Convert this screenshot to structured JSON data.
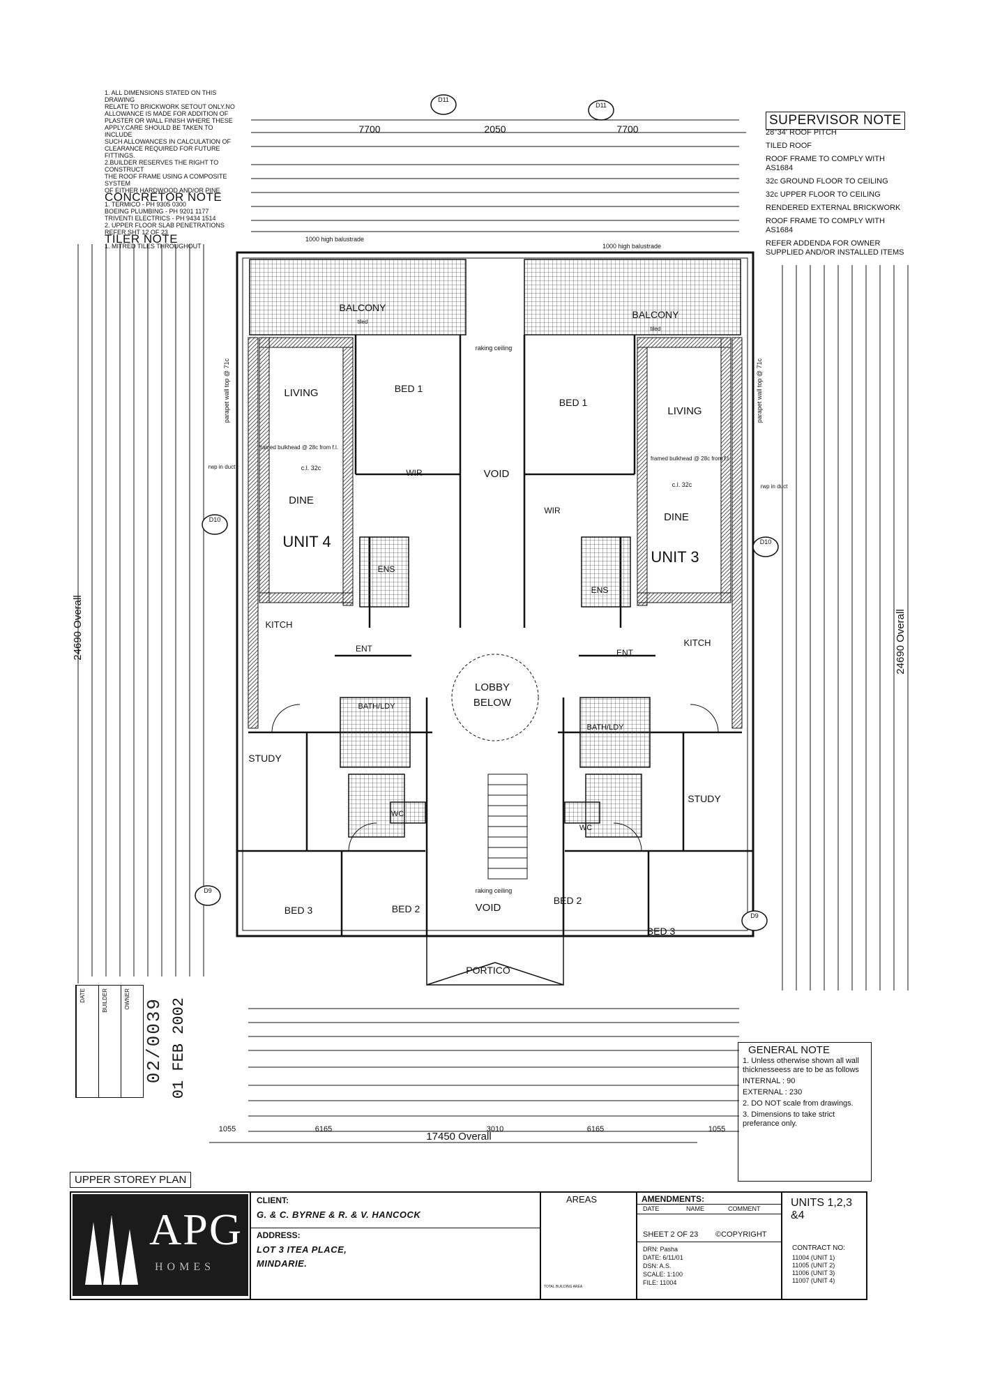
{
  "notes": {
    "dims_note": [
      "1. ALL DIMENSIONS STATED ON THIS DRAWING",
      "RELATE TO BRICKWORK SETOUT ONLY.NO",
      "ALLOWANCE IS MADE FOR ADDITION OF",
      "PLASTER OR WALL FINISH WHERE THESE",
      "APPLY.CARE SHOULD BE TAKEN TO INCLUDE",
      "SUCH ALLOWANCES IN CALCULATION OF",
      "CLEARANCE REQUIRED FOR FUTURE FITTINGS.",
      "2.BUILDER RESERVES THE RIGHT TO CONSTRUCT",
      "THE ROOF FRAME USING A COMPOSITE SYSTEM",
      "OF EITHER HARDWOOD AND/OR PINE"
    ],
    "concretor_title": "CONCRETOR NOTE",
    "concretor": [
      "1. TERMICO - PH 9305 0300",
      "BOEING PLUMBING - PH 9201 1177",
      "TRIVENTI ELECTRICS - PH 9434 1514",
      "2. UPPER FLOOR SLAB PENETRATIONS",
      "REFER SHT 12 OF 23"
    ],
    "tiler_title": "TILER NOTE",
    "tiler": [
      "1. MITRED TILES THROUGHOUT"
    ]
  },
  "supervisor": {
    "title": "SUPERVISOR NOTE",
    "items": [
      "28°34' ROOF PITCH",
      "TILED ROOF",
      "ROOF FRAME TO COMPLY WITH AS1684",
      "32c GROUND FLOOR TO CEILING",
      "32c UPPER FLOOR TO CEILING",
      "RENDERED EXTERNAL BRICKWORK",
      "ROOF FRAME TO COMPLY WITH AS1684",
      "REFER ADDENDA FOR OWNER SUPPLIED AND/OR INSTALLED ITEMS"
    ]
  },
  "general": {
    "title": "GENERAL NOTE",
    "items": [
      "1. Unless otherwise shown all wall thicknesseess are to be as follows",
      "INTERNAL : 90",
      "EXTERNAL : 230",
      "2. DO NOT scale from drawings.",
      "3. Dimensions to take strict preferance only."
    ]
  },
  "plan_title": "UPPER STOREY PLAN",
  "title_block": {
    "logo_main": "APG",
    "logo_sub": "HOMES",
    "client_label": "CLIENT:",
    "client": "G. & C. BYRNE & R. & V. HANCOCK",
    "address_label": "ADDRESS:",
    "address_line1": "LOT 3 ITEA PLACE,",
    "address_line2": "MINDARIE.",
    "areas_title": "AREAS",
    "total_area_label": "TOTAL BUILDING AREA",
    "amendments_title": "AMENDMENTS:",
    "amend_cols": [
      "DATE",
      "NAME",
      "COMMENT"
    ],
    "units": "UNITS  1,2,3 &4",
    "sheet": "SHEET 2 OF 23",
    "copyright": "©COPYRIGHT",
    "drn": "DRN:  Pasha",
    "date": "DATE:  6/11/01",
    "dsn": "DSN:  A.S.",
    "scale": "SCALE:  1:100",
    "file": "FILE:  11004",
    "contract_title": "CONTRACT NO:",
    "contracts": [
      "11004 (UNIT 1)",
      "11005 (UNIT 2)",
      "11006 (UNIT 3)",
      "11007 (UNIT 4)"
    ]
  },
  "side_table": [
    "DATE",
    "BUILDER",
    "OWNER"
  ],
  "stamp": {
    "date": "01 FEB 2002",
    "number": "02/0039"
  },
  "plan": {
    "overall_h": "24690 Overall",
    "overall_w": "17450 Overall",
    "top_dims": [
      "7700",
      "2050",
      "7700"
    ],
    "bottom_dims": [
      "1055",
      "6165",
      "3010",
      "6165",
      "1055"
    ],
    "rooms": [
      {
        "id": "unit4",
        "label": "UNIT 4"
      },
      {
        "id": "unit3",
        "label": "UNIT 3"
      },
      {
        "id": "living-l",
        "label": "LIVING"
      },
      {
        "id": "living-r",
        "label": "LIVING"
      },
      {
        "id": "dine-l",
        "label": "DINE"
      },
      {
        "id": "dine-r",
        "label": "DINE"
      },
      {
        "id": "bed1-l",
        "label": "BED 1"
      },
      {
        "id": "bed1-r",
        "label": "BED 1"
      },
      {
        "id": "void-top",
        "label": "VOID"
      },
      {
        "id": "lobby",
        "label": "LOBBY"
      },
      {
        "id": "below",
        "label": "BELOW"
      },
      {
        "id": "kitch-l",
        "label": "KITCH"
      },
      {
        "id": "kitch-r",
        "label": "KITCH"
      },
      {
        "id": "study-l",
        "label": "STUDY"
      },
      {
        "id": "study-r",
        "label": "STUDY"
      },
      {
        "id": "bed3-l",
        "label": "BED 3"
      },
      {
        "id": "bed2-l",
        "label": "BED 2"
      },
      {
        "id": "bed2-r",
        "label": "BED 2"
      },
      {
        "id": "bed3-r",
        "label": "BED 3"
      },
      {
        "id": "void-bottom",
        "label": "VOID"
      },
      {
        "id": "portico",
        "label": "PORTICO"
      },
      {
        "id": "balcony-l",
        "label": "BALCONY"
      },
      {
        "id": "balcony-r",
        "label": "BALCONY"
      }
    ],
    "notes": [
      {
        "id": "balustrade-l",
        "text": "1000 high balustrade"
      },
      {
        "id": "balustrade-r",
        "text": "1000 high balustrade"
      },
      {
        "id": "cl-l",
        "text": "c.l. 32c"
      },
      {
        "id": "cl-r",
        "text": "c.l. 32c"
      },
      {
        "id": "raking",
        "text": "raking ceiling"
      },
      {
        "id": "raking2",
        "text": "raking ceiling"
      },
      {
        "id": "framed-l",
        "text": "framed bulkhead @ 28c from f.l."
      },
      {
        "id": "framed-r",
        "text": "framed bulkhead @ 28c from f.l."
      },
      {
        "id": "rwp-l",
        "text": "rwp in duct"
      },
      {
        "id": "rwp-r",
        "text": "rwp in duct"
      },
      {
        "id": "tiled-l",
        "text": "tiled"
      },
      {
        "id": "tiled-r",
        "text": "tiled"
      },
      {
        "id": "parapet-l",
        "text": "parapet wall top @ 71c"
      },
      {
        "id": "parapet-r",
        "text": "parapet wall top @ 71c"
      },
      {
        "id": "wir-l",
        "text": "WIR"
      },
      {
        "id": "wir-r",
        "text": "WIR"
      },
      {
        "id": "ens-l",
        "text": "ENS"
      },
      {
        "id": "ens-r",
        "text": "ENS"
      },
      {
        "id": "ent-l",
        "text": "ENT"
      },
      {
        "id": "ent-r",
        "text": "ENT"
      },
      {
        "id": "bath-l",
        "text": "BATH/LDY"
      },
      {
        "id": "bath-r",
        "text": "BATH/LDY"
      },
      {
        "id": "wc-l",
        "text": "WC"
      },
      {
        "id": "wc-r",
        "text": "WC"
      },
      {
        "id": "d11-l",
        "text": "D11"
      },
      {
        "id": "d11-r",
        "text": "D11"
      },
      {
        "id": "d10-l",
        "text": "D10"
      },
      {
        "id": "d10-r",
        "text": "D10"
      },
      {
        "id": "d9-l",
        "text": "D9"
      },
      {
        "id": "d9-r",
        "text": "D9"
      }
    ]
  },
  "colors": {
    "ink": "#111111",
    "wall": "#444444",
    "hatch": "#666666"
  }
}
